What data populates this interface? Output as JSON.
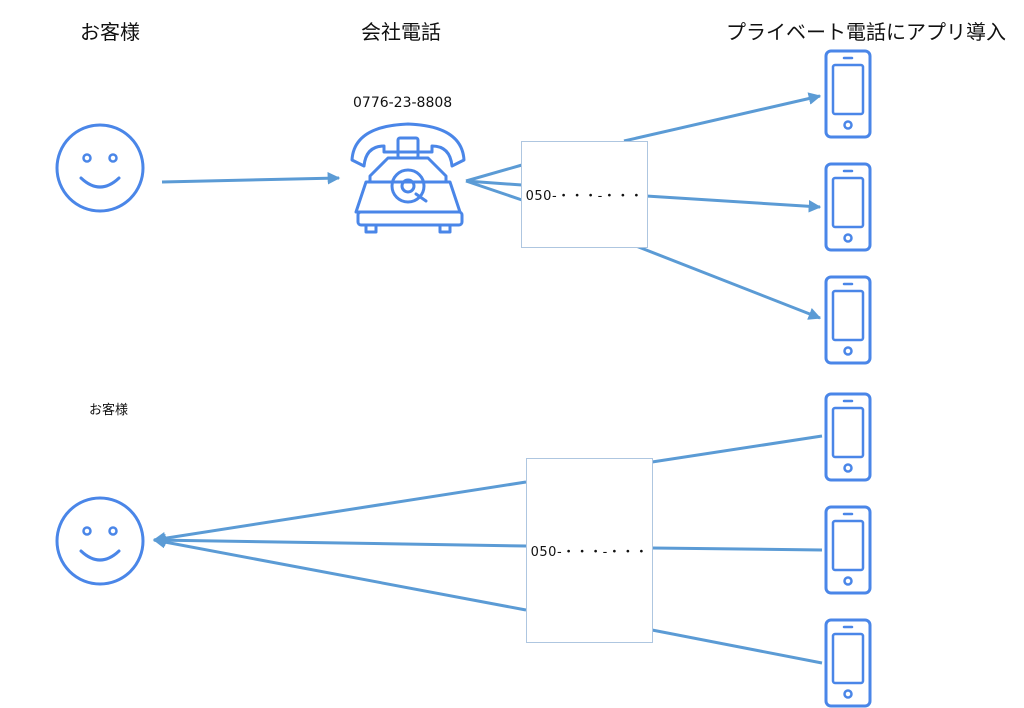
{
  "headings": {
    "customer": "お客様",
    "company_phone": "会社電話",
    "private_phone_app": "プライベート電話にアプリ導入"
  },
  "phone_number": "0776-23-8808",
  "top_box_text": "050-・・・-・・・",
  "bottom_customer_label": "お客様",
  "bottom_box_text": "050-・・・-・・・",
  "icons": {
    "customer": "smiley-face-icon",
    "company_phone": "rotary-telephone-icon",
    "private_phone": "smartphone-icon"
  },
  "colors": {
    "accent": "#4a86e8",
    "arrow": "#5b9bd5"
  }
}
